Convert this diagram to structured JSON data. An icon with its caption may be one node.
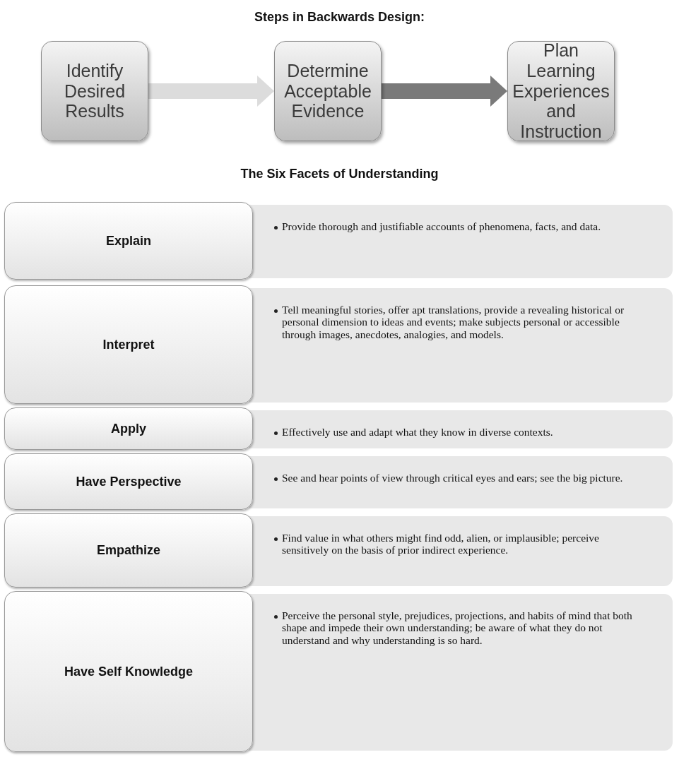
{
  "diagram": {
    "title": "Steps in Backwards Design:",
    "nodes": [
      {
        "text": [
          "Identify Desired Results"
        ]
      },
      {
        "text": [
          "Determine Acceptable Evidence"
        ]
      },
      {
        "text": [
          "Plan Learning Experiences and Instruction"
        ]
      },
      {
        "text": [
          "Explain"
        ]
      },
      {
        "text": [
          "Provide thorough and justifiable accounts of phenomena, facts, and data."
        ]
      },
      {
        "text": [
          "Interpret"
        ]
      },
      {
        "text": [
          "Tell meaningful stories, offer apt translations, provide a revealing historical or personal dimension to ideas and events; make subjects personal or accessible through images, anecdotes, analogies, and models."
        ]
      },
      {
        "text": [
          "Apply"
        ]
      },
      {
        "text": [
          "Effectively use and adapt what they know in diverse contexts."
        ]
      },
      {
        "text": [
          "Have Perspective"
        ]
      },
      {
        "text": [
          "See and hear points of view through critical eyes and ears; see the big picture."
        ]
      },
      {
        "text": [
          "Empathize"
        ]
      },
      {
        "text": [
          "Find value in what others might find odd, alien, or implausible; perceive sensitively on the basis of prior indirect experience."
        ]
      },
      {
        "text": [
          "Have Self Knowledge"
        ]
      },
      {
        "text": [
          "Perceive the personal style, prejudices, projections, and habits of mind that both shape and impede their own understanding; be aware of what they do not understand and why understanding is so hard."
        ]
      }
    ],
    "edges": [
      {
        "from": 0,
        "to": 1,
        "arrow": "to",
        "color": "#dcdcdc"
      },
      {
        "from": 1,
        "to": 2,
        "arrow": "to",
        "color": "#7a7a7a"
      }
    ],
    "labels": [
      "The Six Facets of Understanding"
    ]
  }
}
